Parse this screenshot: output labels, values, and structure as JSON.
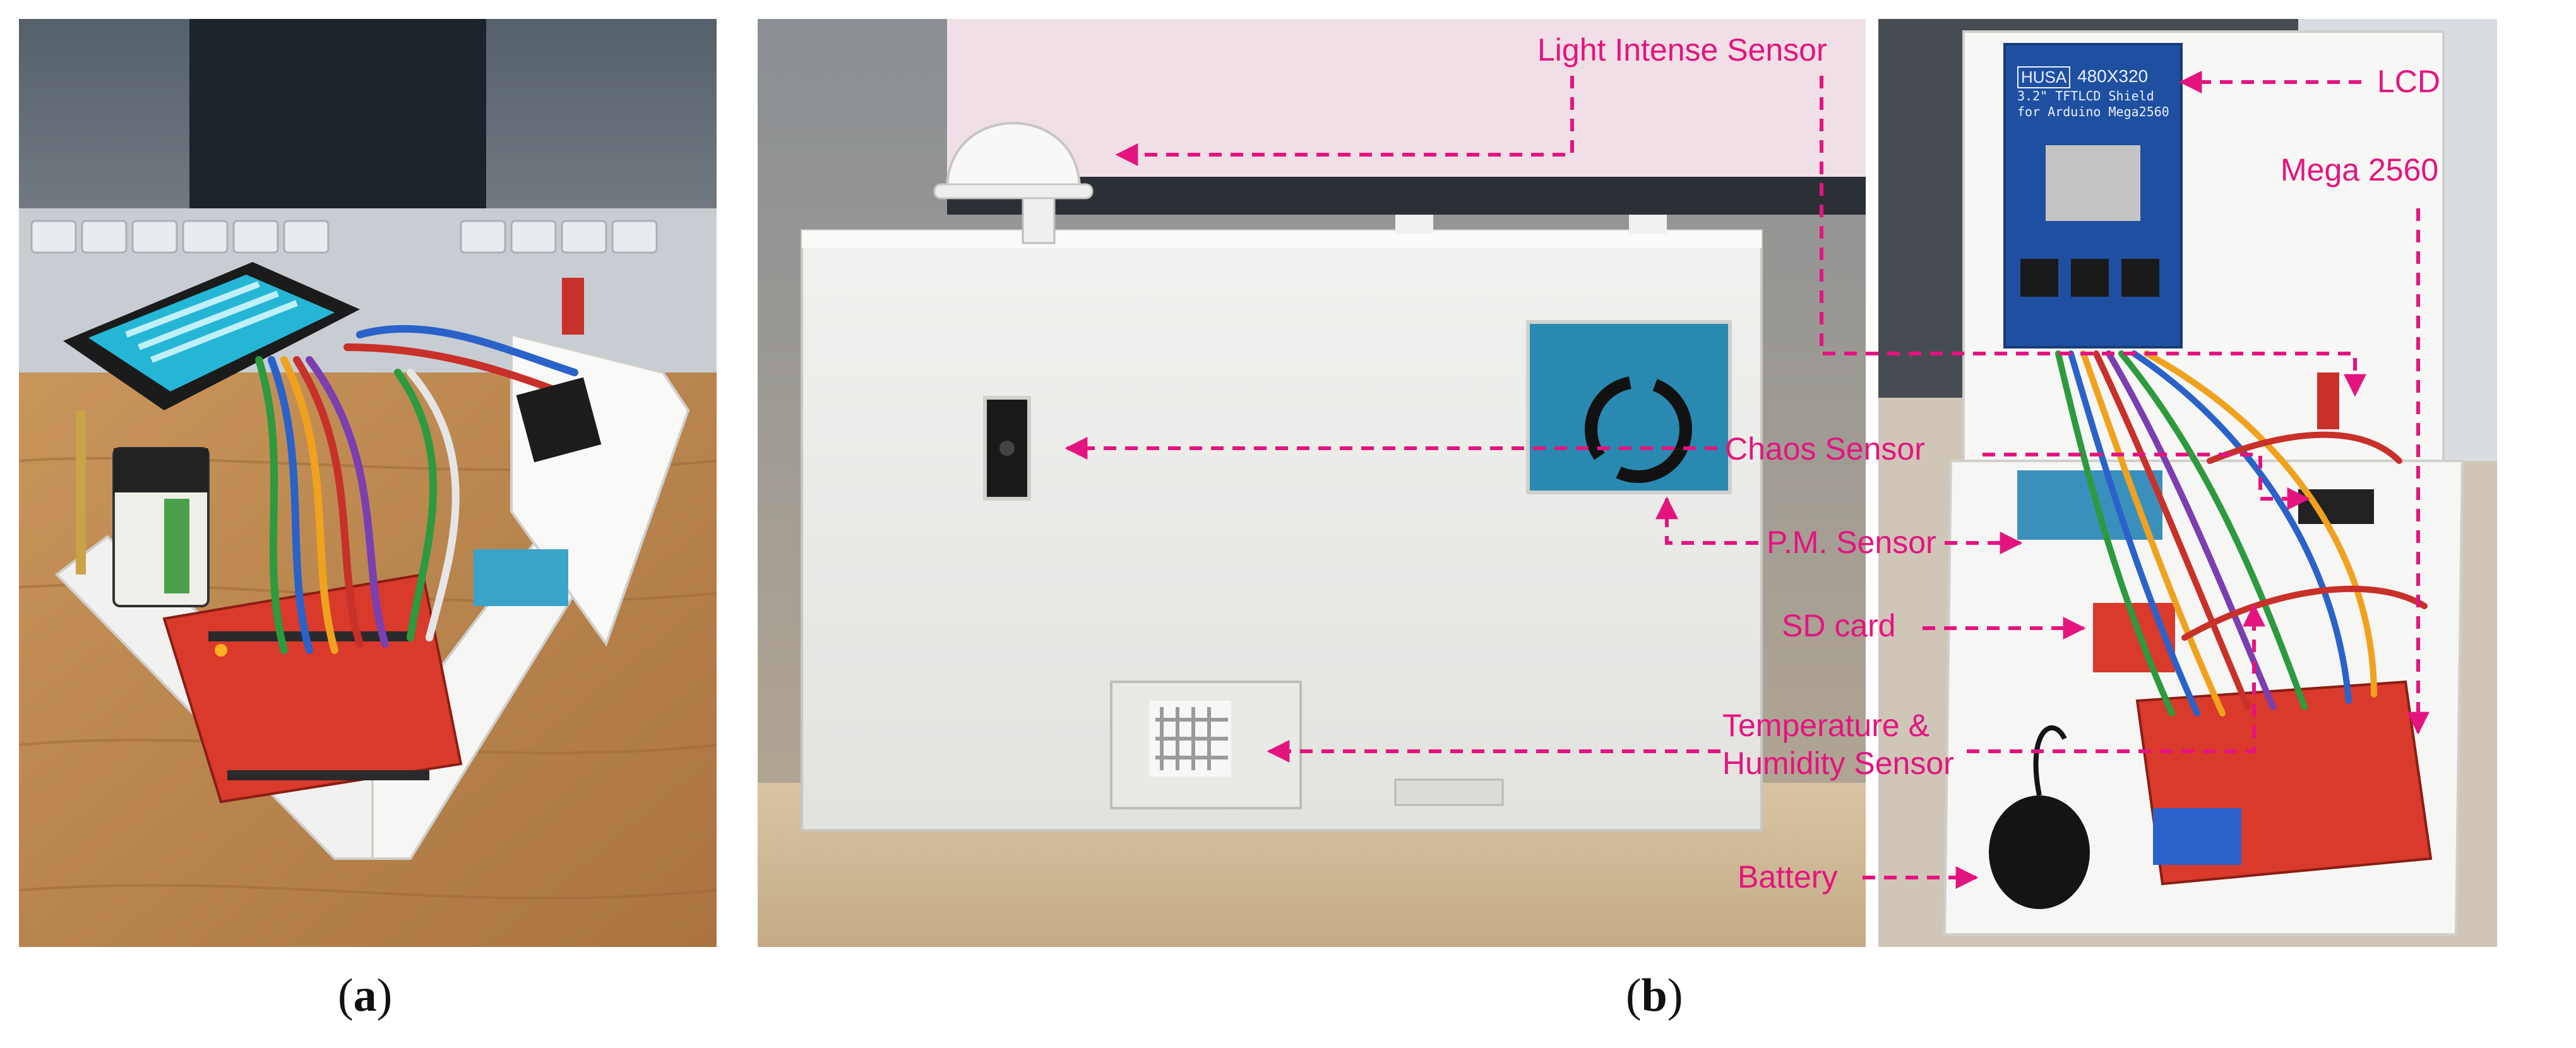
{
  "figure": {
    "panel_a": {
      "caption_letter": "a"
    },
    "panel_b": {
      "caption_letter": "b"
    },
    "labels": {
      "light": "Light Intense Sensor",
      "lcd": "LCD",
      "mega": "Mega 2560",
      "chaos": "Chaos Sensor",
      "pm": "P.M. Sensor",
      "sd": "SD card",
      "temp1": "Temperature &",
      "temp2": "Humidity Sensor",
      "battery": "Battery"
    },
    "lcd_board_text": {
      "brand": "HUSA",
      "line1": "480X320",
      "line2": "3.2\" TFTLCD Shield",
      "line3": "for Arduino Mega2560"
    },
    "accent_color": "#e4147f"
  }
}
